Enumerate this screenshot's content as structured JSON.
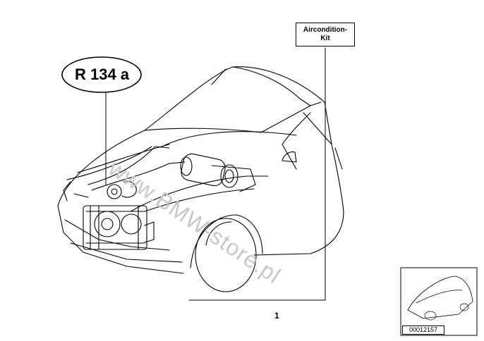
{
  "kit_label": {
    "line1": "Aircondition-",
    "line2": "Kit"
  },
  "refrigerant_label": "R 134 a",
  "part_number": "1",
  "thumbnail_code": "00012157",
  "watermark_text": "www.BMW-store.pl"
}
